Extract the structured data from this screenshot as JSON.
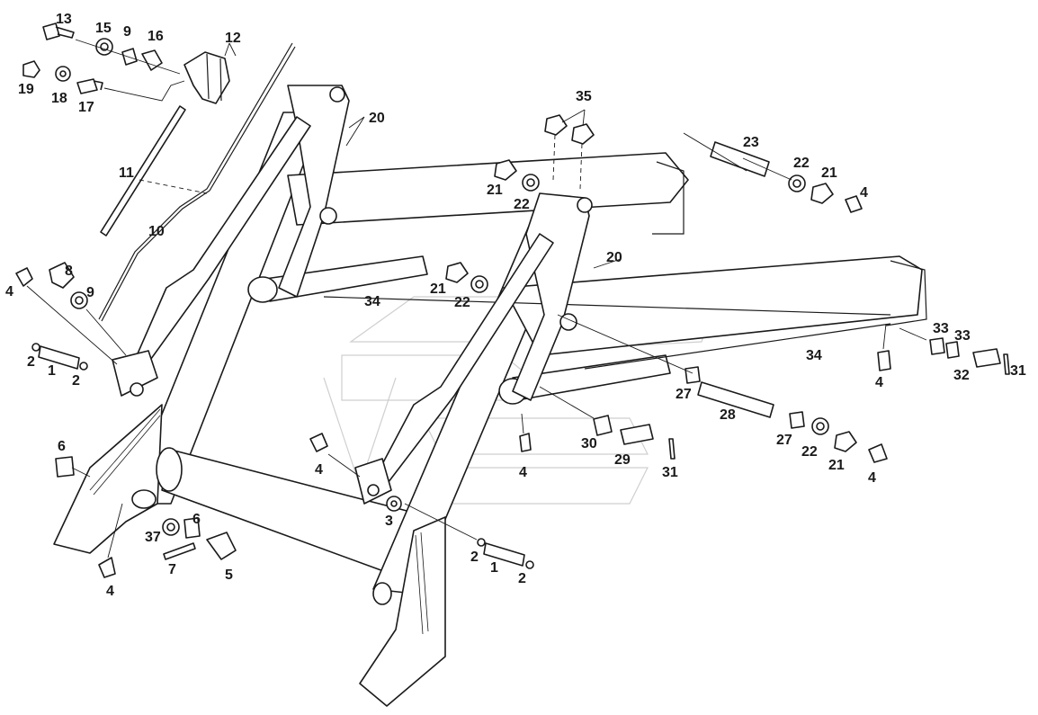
{
  "callouts": [
    {
      "id": "c13",
      "text": "13"
    },
    {
      "id": "c15",
      "text": "15"
    },
    {
      "id": "c9a",
      "text": "9"
    },
    {
      "id": "c16",
      "text": "16"
    },
    {
      "id": "c12",
      "text": "12"
    },
    {
      "id": "c19",
      "text": "19"
    },
    {
      "id": "c18",
      "text": "18"
    },
    {
      "id": "c17",
      "text": "17"
    },
    {
      "id": "c20a",
      "text": "20"
    },
    {
      "id": "c35",
      "text": "35"
    },
    {
      "id": "c23",
      "text": "23"
    },
    {
      "id": "c22a",
      "text": "22"
    },
    {
      "id": "c21a",
      "text": "21"
    },
    {
      "id": "c4a",
      "text": "4"
    },
    {
      "id": "c21b",
      "text": "21"
    },
    {
      "id": "c22b",
      "text": "22"
    },
    {
      "id": "c11",
      "text": "11"
    },
    {
      "id": "c10",
      "text": "10"
    },
    {
      "id": "c20b",
      "text": "20"
    },
    {
      "id": "c8",
      "text": "8"
    },
    {
      "id": "c4b",
      "text": "4"
    },
    {
      "id": "c9b",
      "text": "9"
    },
    {
      "id": "c21c",
      "text": "21"
    },
    {
      "id": "c22c",
      "text": "22"
    },
    {
      "id": "c34a",
      "text": "34"
    },
    {
      "id": "c33a",
      "text": "33"
    },
    {
      "id": "c33b",
      "text": "33"
    },
    {
      "id": "c34b",
      "text": "34"
    },
    {
      "id": "c2a",
      "text": "2"
    },
    {
      "id": "c1a",
      "text": "1"
    },
    {
      "id": "c2b",
      "text": "2"
    },
    {
      "id": "c32",
      "text": "32"
    },
    {
      "id": "c31a",
      "text": "31"
    },
    {
      "id": "c4c",
      "text": "4"
    },
    {
      "id": "c27a",
      "text": "27"
    },
    {
      "id": "c28",
      "text": "28"
    },
    {
      "id": "c27b",
      "text": "27"
    },
    {
      "id": "c30",
      "text": "30"
    },
    {
      "id": "c22d",
      "text": "22"
    },
    {
      "id": "c21d",
      "text": "21"
    },
    {
      "id": "c29",
      "text": "29"
    },
    {
      "id": "c4d",
      "text": "4"
    },
    {
      "id": "c6a",
      "text": "6"
    },
    {
      "id": "c4e",
      "text": "4"
    },
    {
      "id": "c31b",
      "text": "31"
    },
    {
      "id": "c4f",
      "text": "4"
    },
    {
      "id": "c3",
      "text": "3"
    },
    {
      "id": "c37",
      "text": "37"
    },
    {
      "id": "c6b",
      "text": "6"
    },
    {
      "id": "c7",
      "text": "7"
    },
    {
      "id": "c5",
      "text": "5"
    },
    {
      "id": "c4g",
      "text": "4"
    },
    {
      "id": "c2c",
      "text": "2"
    },
    {
      "id": "c1b",
      "text": "1"
    },
    {
      "id": "c2d",
      "text": "2"
    }
  ]
}
